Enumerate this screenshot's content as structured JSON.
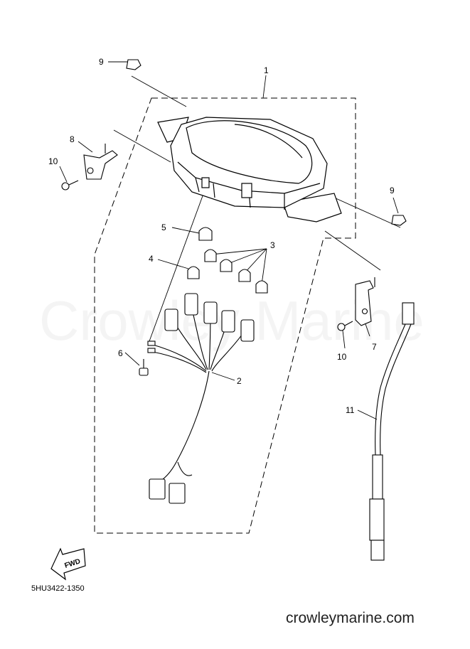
{
  "watermark_text": "Crowley Marine",
  "footer_url": "crowleymarine.com",
  "drawing_code": "5HU3422-1350",
  "fwd_label": "FWD",
  "callouts": {
    "c1": "1",
    "c2": "2",
    "c3": "3",
    "c4": "4",
    "c5": "5",
    "c6": "6",
    "c7": "7",
    "c8": "8",
    "c9a": "9",
    "c9b": "9",
    "c10a": "10",
    "c10b": "10",
    "c11": "11"
  }
}
